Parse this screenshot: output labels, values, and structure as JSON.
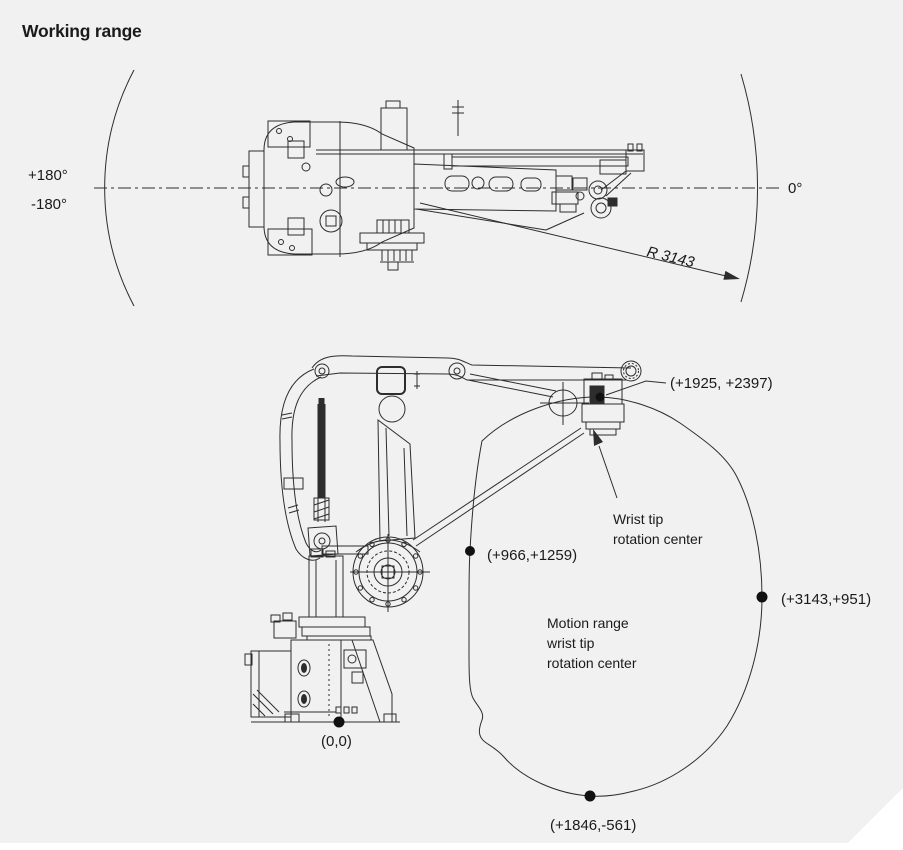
{
  "page": {
    "title": "Working range",
    "background_color": "#f1f1f2",
    "line_color": "#2d2d2d",
    "text_color": "#1a1a1a"
  },
  "top_view": {
    "description": "Robot top view showing axis-1 rotation range and reach radius",
    "labels": {
      "plus_rotation": "+180°",
      "minus_rotation": "-180°",
      "zero_rotation": "0°",
      "reach_radius": "R 3143"
    }
  },
  "side_view": {
    "description": "Robot side view with wrist-tip rotation center motion range envelope",
    "labels": {
      "wrist_position": "(+1925, +2397)",
      "front_upper_point": "(+966,+1259)",
      "max_reach_point": "(+3143,+951)",
      "bottom_point": "(+1846,-561)",
      "origin": "(0,0)"
    },
    "captions": {
      "wrist_tip_line1": "Wrist tip",
      "wrist_tip_line2": "rotation center",
      "motion_line1": "Motion range",
      "motion_line2": "wrist tip",
      "motion_line3": "rotation center"
    }
  },
  "geometry": {
    "rotation_range_deg": [
      -180,
      180
    ],
    "reach_radius_mm": 3143,
    "envelope_points_mm": [
      [
        1925,
        2397
      ],
      [
        966,
        1259
      ],
      [
        3143,
        951
      ],
      [
        1846,
        -561
      ],
      [
        0,
        0
      ]
    ]
  }
}
